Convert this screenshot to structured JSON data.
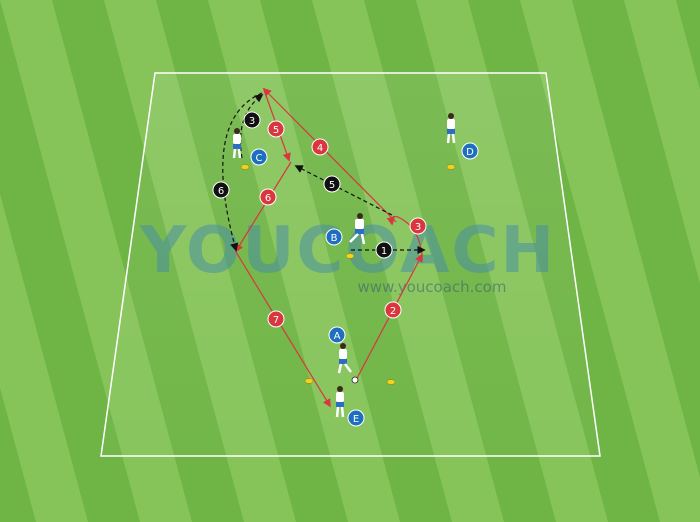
{
  "watermark": {
    "brand": "YOUCOACH",
    "url": "www.youcoach.com"
  },
  "players": [
    {
      "label": "A"
    },
    {
      "label": "B"
    },
    {
      "label": "C"
    },
    {
      "label": "D"
    },
    {
      "label": "E"
    }
  ],
  "steps": [
    {
      "label": "1",
      "kind": "ball"
    },
    {
      "label": "2",
      "kind": "pass"
    },
    {
      "label": "3",
      "kind": "pass"
    },
    {
      "label": "4",
      "kind": "pass"
    },
    {
      "label": "5",
      "kind": "pass"
    },
    {
      "label": "6",
      "kind": "pass"
    },
    {
      "label": "7",
      "kind": "pass"
    },
    {
      "label": "3",
      "kind": "run"
    },
    {
      "label": "5",
      "kind": "run"
    },
    {
      "label": "6",
      "kind": "run"
    }
  ],
  "colors": {
    "grass_light": "#86c45a",
    "grass_dark": "#6fb545",
    "pass_line": "#d9363e",
    "run_line": "#111111",
    "player_badge": "#1e6fc0",
    "cone": "#f2d21b"
  }
}
